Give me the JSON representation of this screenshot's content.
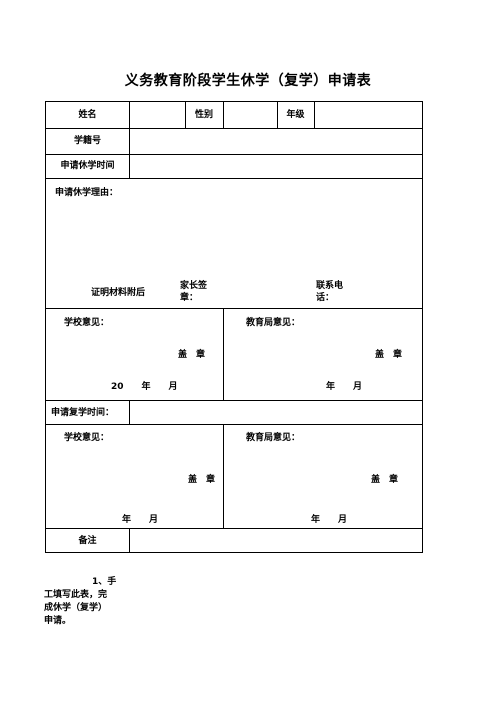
{
  "title": "义务教育阶段学生休学（复学）申请表",
  "row1": {
    "name_label": "姓名",
    "gender_label": "性别",
    "grade_label": "年级"
  },
  "student_id_label": "学籍号",
  "suspend_time_label": "申请休学时间",
  "reason": {
    "label": "申请休学理由：",
    "attachment_label": "证明材料附后",
    "parent_sign_line1": "家长签",
    "parent_sign_line2": "章：",
    "contact_line1": "联系电",
    "contact_line2": "话："
  },
  "opinion1": {
    "school_label": "学校意见：",
    "school_seal": "盖　章",
    "school_date": "20　　年　　月",
    "bureau_label": "教育局意见：",
    "bureau_seal": "盖　章",
    "bureau_date": "年　　月"
  },
  "resume_time_label": "申请复学时间：",
  "opinion2": {
    "school_label": "学校意见：",
    "school_seal": "盖　章",
    "school_date": "年　　月",
    "bureau_label": "教育局意见：",
    "bureau_seal": "盖　章",
    "bureau_date": "年　　月"
  },
  "remark_label": "备注",
  "note": {
    "line1": "1、手",
    "line2": "工填写此表，完",
    "line3": "成休学（复学）",
    "line4": "申请。"
  }
}
